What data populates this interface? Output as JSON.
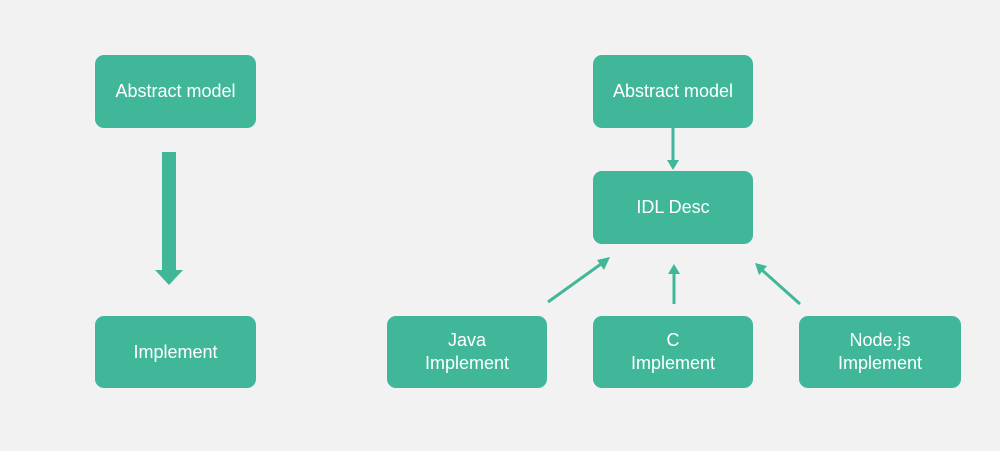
{
  "colors": {
    "background": "#f2f2f2",
    "box": "#41b79a",
    "arrow": "#41b79a",
    "text": "#ffffff"
  },
  "left": {
    "abstract_model": "Abstract model",
    "implement": "Implement"
  },
  "right": {
    "abstract_model": "Abstract model",
    "idl_desc": "IDL Desc",
    "java": {
      "line1": "Java",
      "line2": "Implement"
    },
    "c": {
      "line1": "C",
      "line2": "Implement"
    },
    "nodejs": {
      "line1": "Node.js",
      "line2": "Implement"
    }
  }
}
